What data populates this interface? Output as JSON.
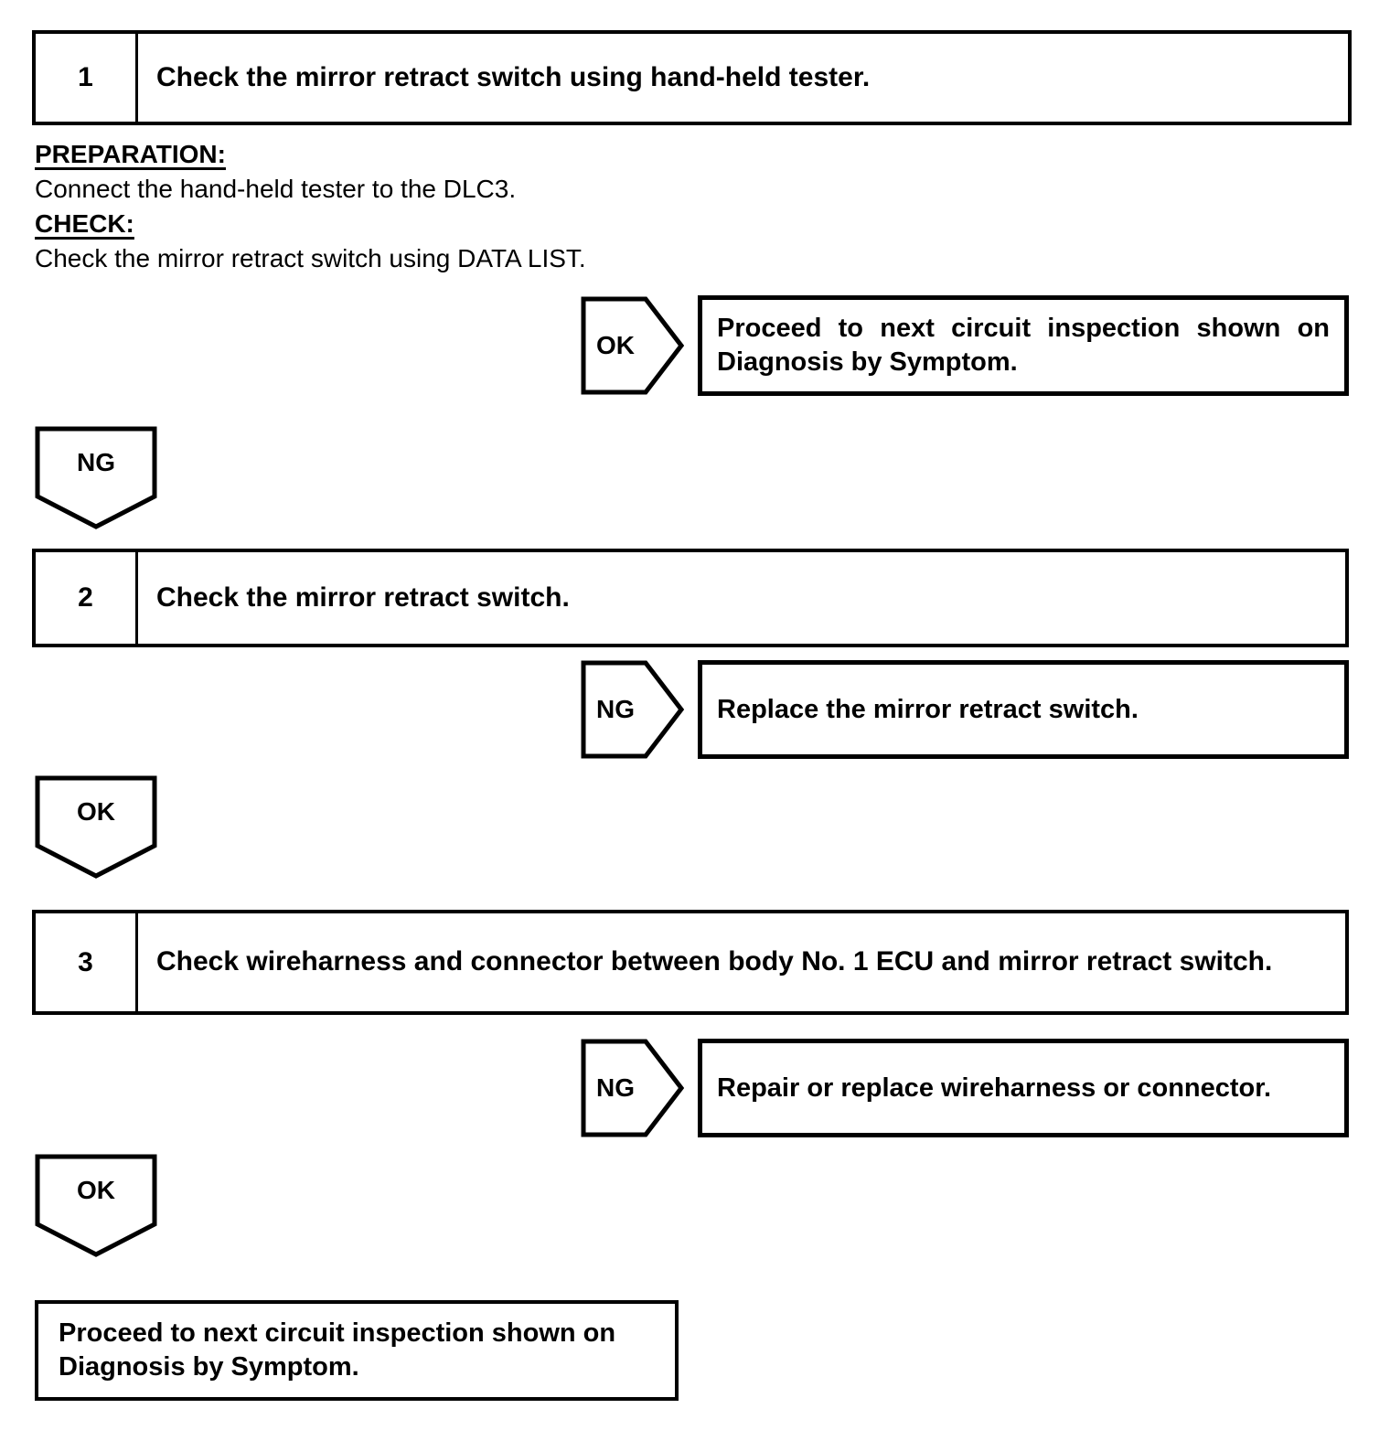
{
  "colors": {
    "ink": "#000000",
    "paper": "#ffffff"
  },
  "flow": {
    "step1": {
      "number": "1",
      "title": "Check the mirror retract switch using hand-held tester.",
      "preparation_label": "PREPARATION:",
      "preparation_text": "Connect the hand-held tester to the DLC3.",
      "check_label": "CHECK:",
      "check_text": "Check the mirror retract switch using DATA LIST.",
      "branch_tag": "OK",
      "branch_result": "Proceed to next circuit inspection shown on Diagnosis by Symptom.",
      "continue_tag": "NG"
    },
    "step2": {
      "number": "2",
      "title": "Check the mirror retract switch.",
      "branch_tag": "NG",
      "branch_result": "Replace the mirror retract switch.",
      "continue_tag": "OK"
    },
    "step3": {
      "number": "3",
      "title": "Check wireharness and connector between body No. 1 ECU and mirror retract switch.",
      "branch_tag": "NG",
      "branch_result": "Repair or replace wireharness or connector.",
      "continue_tag": "OK"
    },
    "final": {
      "text": "Proceed to next circuit inspection shown on Diagnosis by Symptom."
    }
  }
}
